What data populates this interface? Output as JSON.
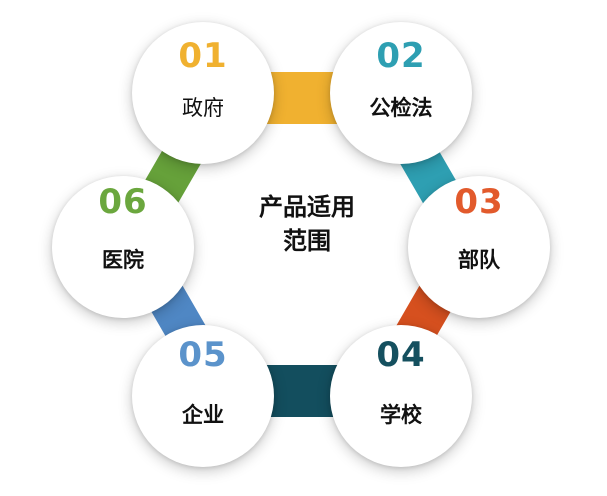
{
  "center": {
    "line1": "产品适用",
    "line2": "范围"
  },
  "nodes": [
    {
      "number": "01",
      "label": "政府",
      "color": "#F0B130"
    },
    {
      "number": "02",
      "label": "公检法",
      "color": "#2E9FB2"
    },
    {
      "number": "03",
      "label": "部队",
      "color": "#E25A2C"
    },
    {
      "number": "04",
      "label": "学校",
      "color": "#15505F"
    },
    {
      "number": "05",
      "label": "企业",
      "color": "#5B93CB"
    },
    {
      "number": "06",
      "label": "医院",
      "color": "#6BA73E"
    }
  ],
  "connector_colors": [
    "#F0B130",
    "#2E9FB2",
    "#D6501F",
    "#134E5E",
    "#4F87C4",
    "#66A13A"
  ]
}
